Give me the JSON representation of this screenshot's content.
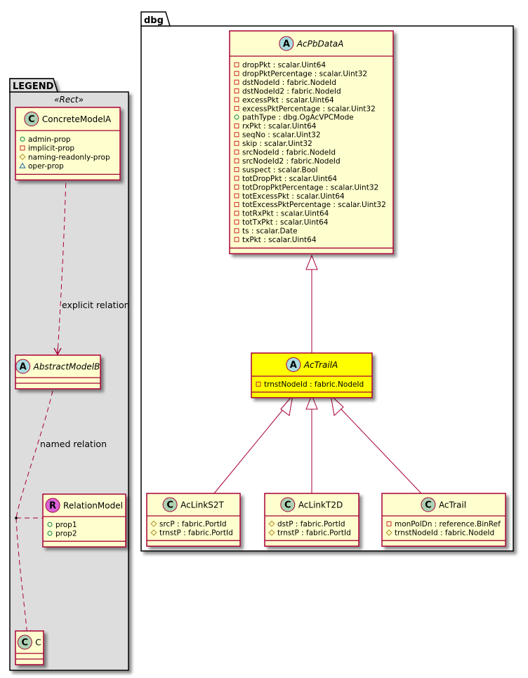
{
  "colors": {
    "class_fill": "#FEFECE",
    "class_border": "#A80036",
    "highlight_fill": "#FFFF00",
    "legend_fill": "#DDDDDD",
    "edge": "#A80036",
    "spot_class": "#ADD1B2",
    "spot_abstract": "#A9DCDF",
    "spot_relation": "#D864D8",
    "vis_public": "#038048",
    "vis_private": "#C82930",
    "vis_protected": "#B38D22",
    "vis_package": "#1963A0"
  },
  "packages": {
    "legend": {
      "name": "LEGEND",
      "stereotype": "«Rect»"
    },
    "dbg": {
      "name": "dbg"
    }
  },
  "classes": {
    "concrete_model_a": {
      "name": "ConcreteModelA",
      "spot": "C",
      "kind": "class",
      "attributes": [
        {
          "vis": "public",
          "text": "admin-prop"
        },
        {
          "vis": "private",
          "text": "implicit-prop"
        },
        {
          "vis": "protected",
          "text": "naming-readonly-prop"
        },
        {
          "vis": "package",
          "text": "oper-prop"
        }
      ]
    },
    "abstract_model_b": {
      "name": "AbstractModelB",
      "spot": "A",
      "kind": "abstract",
      "attributes": []
    },
    "relation_model": {
      "name": "RelationModel",
      "spot": "R",
      "kind": "relation",
      "attributes": [
        {
          "vis": "public",
          "text": "prop1"
        },
        {
          "vis": "public",
          "text": "prop2"
        }
      ]
    },
    "c": {
      "name": "C",
      "spot": "C",
      "kind": "class",
      "attributes": []
    },
    "ac_pb_data_a": {
      "name": "AcPbDataA",
      "spot": "A",
      "kind": "abstract",
      "attributes": [
        {
          "vis": "private",
          "text": "dropPkt : scalar.Uint64"
        },
        {
          "vis": "private",
          "text": "dropPktPercentage : scalar.Uint32"
        },
        {
          "vis": "private",
          "text": "dstNodeId : fabric.NodeId"
        },
        {
          "vis": "private",
          "text": "dstNodeId2 : fabric.NodeId"
        },
        {
          "vis": "private",
          "text": "excessPkt : scalar.Uint64"
        },
        {
          "vis": "private",
          "text": "excessPktPercentage : scalar.Uint32"
        },
        {
          "vis": "public",
          "text": "pathType : dbg.OgAcVPCMode"
        },
        {
          "vis": "private",
          "text": "rxPkt : scalar.Uint64"
        },
        {
          "vis": "private",
          "text": "seqNo : scalar.Uint32"
        },
        {
          "vis": "private",
          "text": "skip : scalar.Uint32"
        },
        {
          "vis": "private",
          "text": "srcNodeId : fabric.NodeId"
        },
        {
          "vis": "private",
          "text": "srcNodeId2 : fabric.NodeId"
        },
        {
          "vis": "private",
          "text": "suspect : scalar.Bool"
        },
        {
          "vis": "private",
          "text": "totDropPkt : scalar.Uint64"
        },
        {
          "vis": "private",
          "text": "totDropPktPercentage : scalar.Uint32"
        },
        {
          "vis": "private",
          "text": "totExcessPkt : scalar.Uint64"
        },
        {
          "vis": "private",
          "text": "totExcessPktPercentage : scalar.Uint32"
        },
        {
          "vis": "private",
          "text": "totRxPkt : scalar.Uint64"
        },
        {
          "vis": "private",
          "text": "totTxPkt : scalar.Uint64"
        },
        {
          "vis": "private",
          "text": "ts : scalar.Date"
        },
        {
          "vis": "private",
          "text": "txPkt : scalar.Uint64"
        }
      ]
    },
    "ac_trail_a": {
      "name": "AcTrailA",
      "spot": "A",
      "kind": "abstract",
      "highlighted": true,
      "attributes": [
        {
          "vis": "private",
          "text": "trnstNodeId : fabric.NodeId"
        }
      ]
    },
    "ac_link_s2t": {
      "name": "AcLinkS2T",
      "spot": "C",
      "kind": "class",
      "attributes": [
        {
          "vis": "protected",
          "text": "srcP : fabric.PortId"
        },
        {
          "vis": "protected",
          "text": "trnstP : fabric.PortId"
        }
      ]
    },
    "ac_link_t2d": {
      "name": "AcLinkT2D",
      "spot": "C",
      "kind": "class",
      "attributes": [
        {
          "vis": "protected",
          "text": "dstP : fabric.PortId"
        },
        {
          "vis": "protected",
          "text": "trnstP : fabric.PortId"
        }
      ]
    },
    "ac_trail": {
      "name": "AcTrail",
      "spot": "C",
      "kind": "class",
      "attributes": [
        {
          "vis": "private",
          "text": "monPolDn : reference.BinRef"
        },
        {
          "vis": "protected",
          "text": "trnstNodeId : fabric.NodeId"
        }
      ]
    }
  },
  "relations": {
    "explicit": {
      "label": "explicit relation",
      "from": "ConcreteModelA",
      "to": "AbstractModelB",
      "type": "dependency"
    },
    "named": {
      "label": "named relation",
      "from": "AbstractModelB",
      "to": "C",
      "type": "association-class",
      "via": "RelationModel"
    },
    "inheritance": [
      {
        "from": "AcTrailA",
        "to": "AcPbDataA"
      },
      {
        "from": "AcLinkS2T",
        "to": "AcTrailA"
      },
      {
        "from": "AcLinkT2D",
        "to": "AcTrailA"
      },
      {
        "from": "AcTrail",
        "to": "AcTrailA"
      }
    ]
  }
}
